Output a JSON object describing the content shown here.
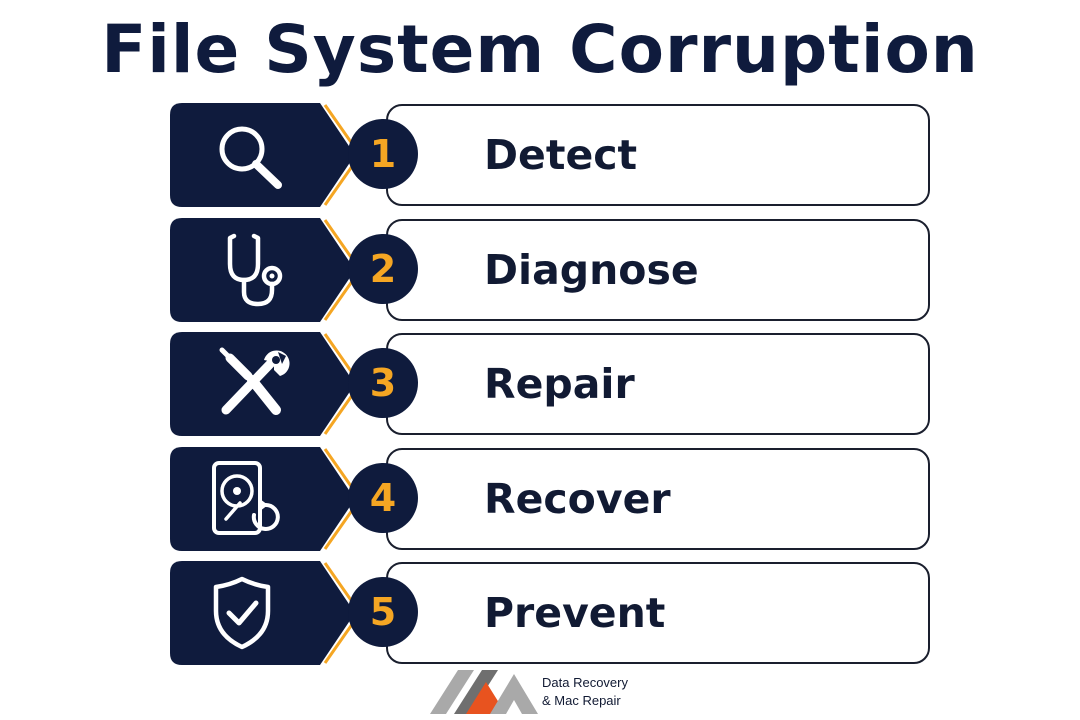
{
  "title": "File System Corruption",
  "colors": {
    "navy": "#0f1b3d",
    "accent": "#f5a623",
    "text": "#111a33",
    "card_border": "#1a1f2e",
    "logo_gray": "#a9a9a9",
    "logo_dark_gray": "#6f6f6f",
    "logo_orange": "#e8531f"
  },
  "steps": [
    {
      "number": "1",
      "label": "Detect",
      "icon": "magnifying-glass-icon"
    },
    {
      "number": "2",
      "label": "Diagnose",
      "icon": "stethoscope-icon"
    },
    {
      "number": "3",
      "label": "Repair",
      "icon": "wrench-screwdriver-icon"
    },
    {
      "number": "4",
      "label": "Recover",
      "icon": "hard-drive-restore-icon"
    },
    {
      "number": "5",
      "label": "Prevent",
      "icon": "shield-check-icon"
    }
  ],
  "logo": {
    "line1": "Data Recovery",
    "line2": "& Mac Repair"
  }
}
